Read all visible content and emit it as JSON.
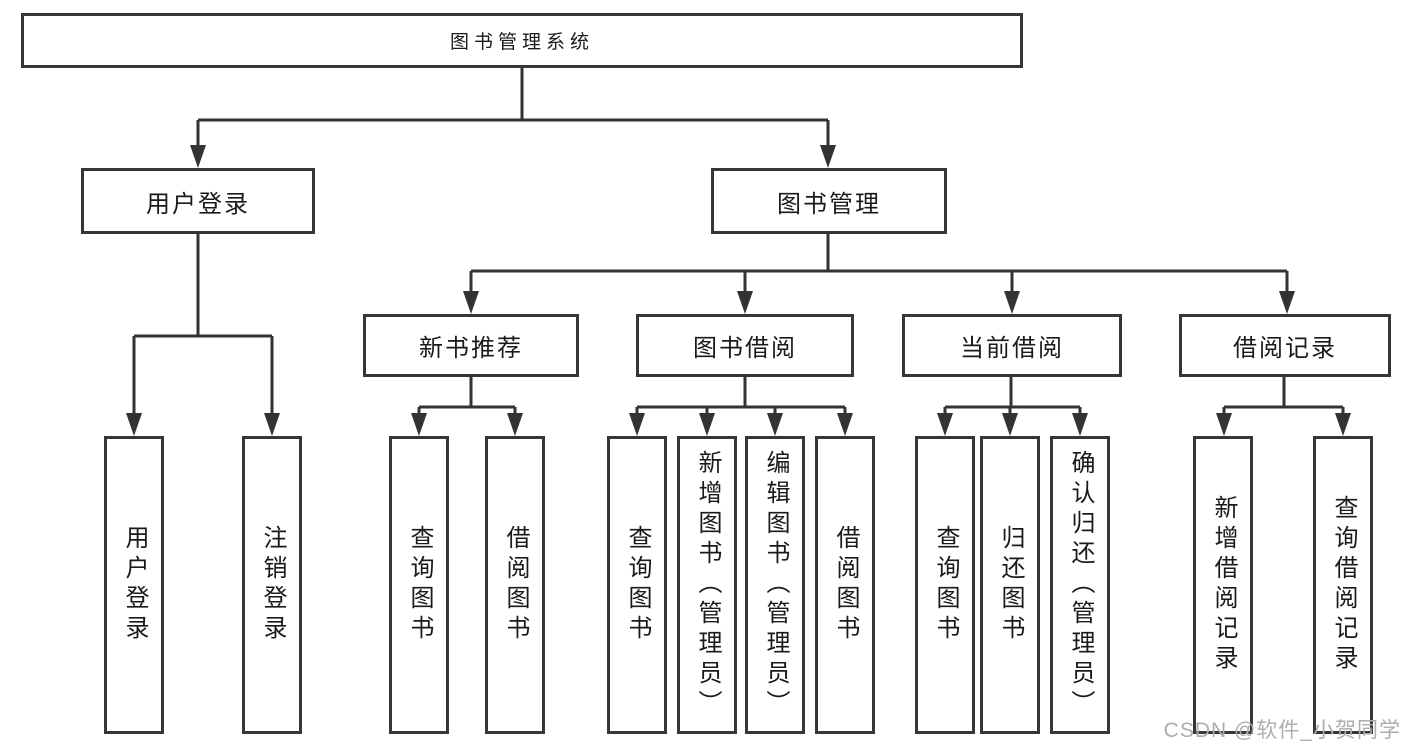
{
  "diagram": {
    "type": "tree",
    "background": "#ffffff",
    "line_color": "#333333",
    "box_border_color": "#363636",
    "text_color": "#1a1a1a"
  },
  "nodes": {
    "root": {
      "label": "图书管理系统"
    },
    "user_login": {
      "label": "用户登录"
    },
    "book_mgmt": {
      "label": "图书管理"
    },
    "new_books": {
      "label": "新书推荐"
    },
    "book_borrow": {
      "label": "图书借阅"
    },
    "current_borrow": {
      "label": "当前借阅"
    },
    "borrow_records": {
      "label": "借阅记录"
    },
    "ul_login": {
      "label": "用户登录"
    },
    "ul_logout": {
      "label": "注销登录"
    },
    "nb_query": {
      "label": "查询图书"
    },
    "nb_borrow": {
      "label": "借阅图书"
    },
    "bb_query": {
      "label": "查询图书"
    },
    "bb_add": {
      "label": "新增图书（管理员）"
    },
    "bb_edit": {
      "label": "编辑图书（管理员）"
    },
    "bb_borrow": {
      "label": "借阅图书"
    },
    "cb_query": {
      "label": "查询图书"
    },
    "cb_return": {
      "label": "归还图书"
    },
    "cb_confirm": {
      "label": "确认归还（管理员）"
    },
    "br_add": {
      "label": "新增借阅记录"
    },
    "br_query": {
      "label": "查询借阅记录"
    }
  },
  "hierarchy": {
    "root": [
      "user_login",
      "book_mgmt"
    ],
    "user_login": [
      "ul_login",
      "ul_logout"
    ],
    "book_mgmt": [
      "new_books",
      "book_borrow",
      "current_borrow",
      "borrow_records"
    ],
    "new_books": [
      "nb_query",
      "nb_borrow"
    ],
    "book_borrow": [
      "bb_query",
      "bb_add",
      "bb_edit",
      "bb_borrow"
    ],
    "current_borrow": [
      "cb_query",
      "cb_return",
      "cb_confirm"
    ],
    "borrow_records": [
      "br_add",
      "br_query"
    ]
  },
  "watermark": {
    "text": "CSDN @软件_小贺同学",
    "color": "#adadad"
  }
}
